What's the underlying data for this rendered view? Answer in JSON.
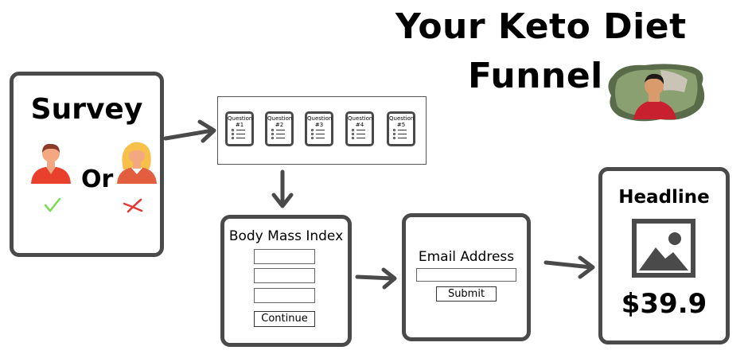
{
  "title": {
    "line1": "Your Keto Diet",
    "line2": "Funnel"
  },
  "survey": {
    "title": "Survey",
    "or_label": "Or",
    "choices": [
      {
        "avatar": "male-person-icon",
        "mark": "check-mark-icon",
        "mark_color": "#7ed957"
      },
      {
        "avatar": "female-person-icon",
        "mark": "x-mark-icon",
        "mark_color": "#e53935"
      }
    ]
  },
  "questions": [
    {
      "label": "Question",
      "number": "#1"
    },
    {
      "label": "Question",
      "number": "#2"
    },
    {
      "label": "Question",
      "number": "#3"
    },
    {
      "label": "Question",
      "number": "#4"
    },
    {
      "label": "Question",
      "number": "#5"
    }
  ],
  "bmi_form": {
    "title": "Body Mass Index",
    "field_count": 3,
    "button_label": "Continue"
  },
  "email_form": {
    "title": "Email Address",
    "button_label": "Submit"
  },
  "offer": {
    "headline": "Headline",
    "image_icon": "image-placeholder-icon",
    "price": "$39.9"
  },
  "colors": {
    "frame": "#4a4a4a",
    "skin": "#f4a882",
    "male_shirt": "#e8402c",
    "female_hair": "#f7c04a",
    "female_shirt": "#e35d3f",
    "photo_shirt": "#c8202e"
  }
}
